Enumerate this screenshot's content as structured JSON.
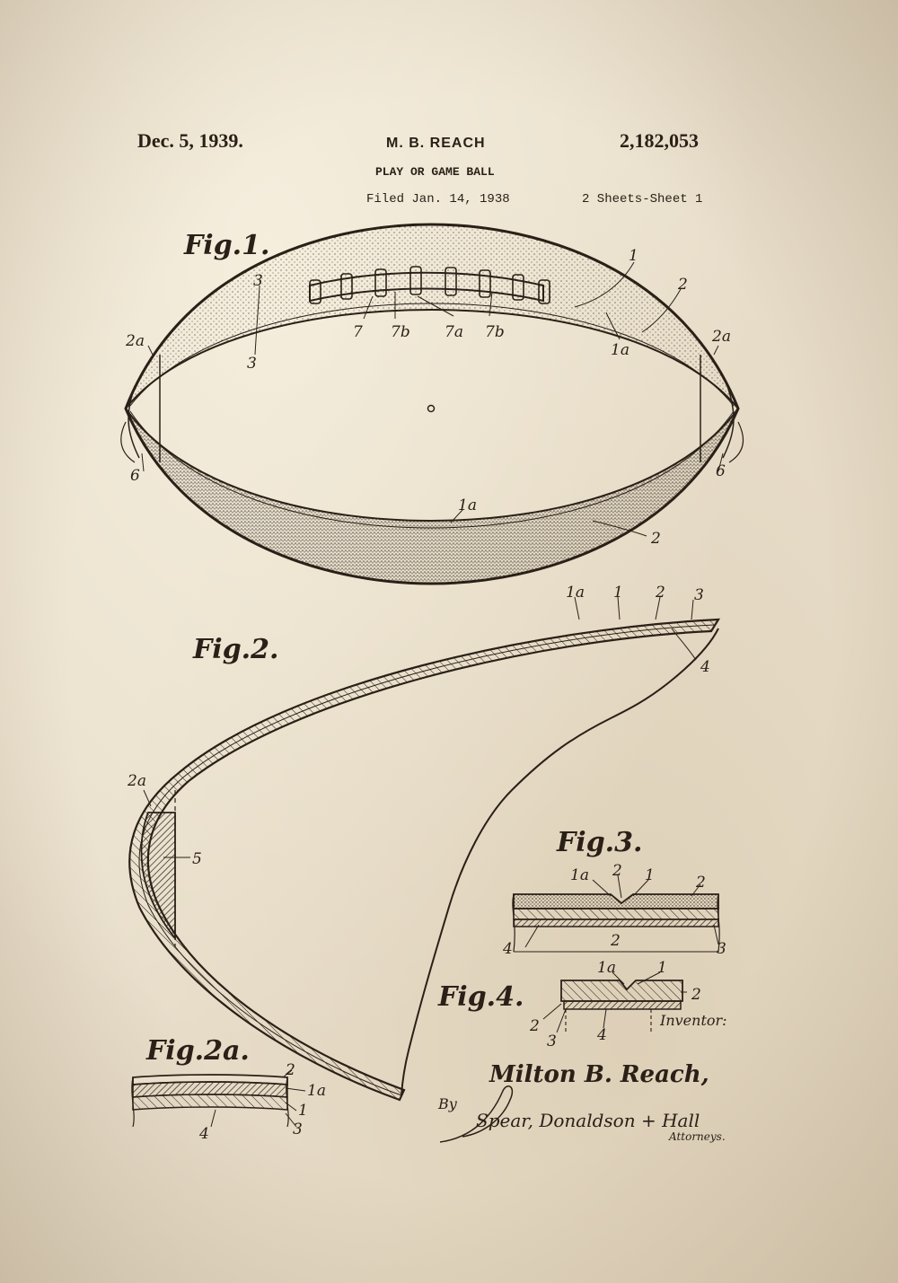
{
  "header": {
    "date": "Dec. 5, 1939.",
    "inventor": "M. B. REACH",
    "patent_number": "2,182,053",
    "title": "PLAY OR GAME BALL",
    "filed": "Filed Jan. 14, 1938",
    "sheets": "2 Sheets-Sheet 1"
  },
  "figures": {
    "fig1": {
      "caption": "Fig.1.",
      "labels": {
        "l1": "1",
        "l2": "2",
        "l2b": "2",
        "l3": "3",
        "l3b": "3",
        "l7": "7",
        "l7b1": "7b",
        "l7a": "7a",
        "l7b2": "7b",
        "l1a": "1a",
        "l1a_bottom": "1a",
        "l2a_left": "2a",
        "l2a_right": "2a",
        "l6_left": "6",
        "l6_right": "6"
      }
    },
    "fig2": {
      "caption": "Fig.2.",
      "labels": {
        "l1a": "1a",
        "l1": "1",
        "l2": "2",
        "l3": "3",
        "l4": "4",
        "l2a": "2a",
        "l5": "5"
      }
    },
    "fig2a": {
      "caption": "Fig.2a.",
      "labels": {
        "l2": "2",
        "l1a": "1a",
        "l1": "1",
        "l3": "3",
        "l4": "4"
      }
    },
    "fig3": {
      "caption": "Fig.3.",
      "labels": {
        "l1a": "1a",
        "l2a": "2",
        "l1": "1",
        "l2b": "2",
        "l2c": "2",
        "l3": "3",
        "l4": "4"
      }
    },
    "fig4": {
      "caption": "Fig.4.",
      "labels": {
        "l1a": "1a",
        "l1": "1",
        "l2a": "2",
        "l2b": "2",
        "l3": "3",
        "l4": "4"
      }
    }
  },
  "signature": {
    "inventor_label": "Inventor:",
    "inventor_name": "Milton B. Reach,",
    "by": "By",
    "attorneys_name": "Spear, Donaldson + Hall",
    "attorneys_label": "Attorneys."
  }
}
